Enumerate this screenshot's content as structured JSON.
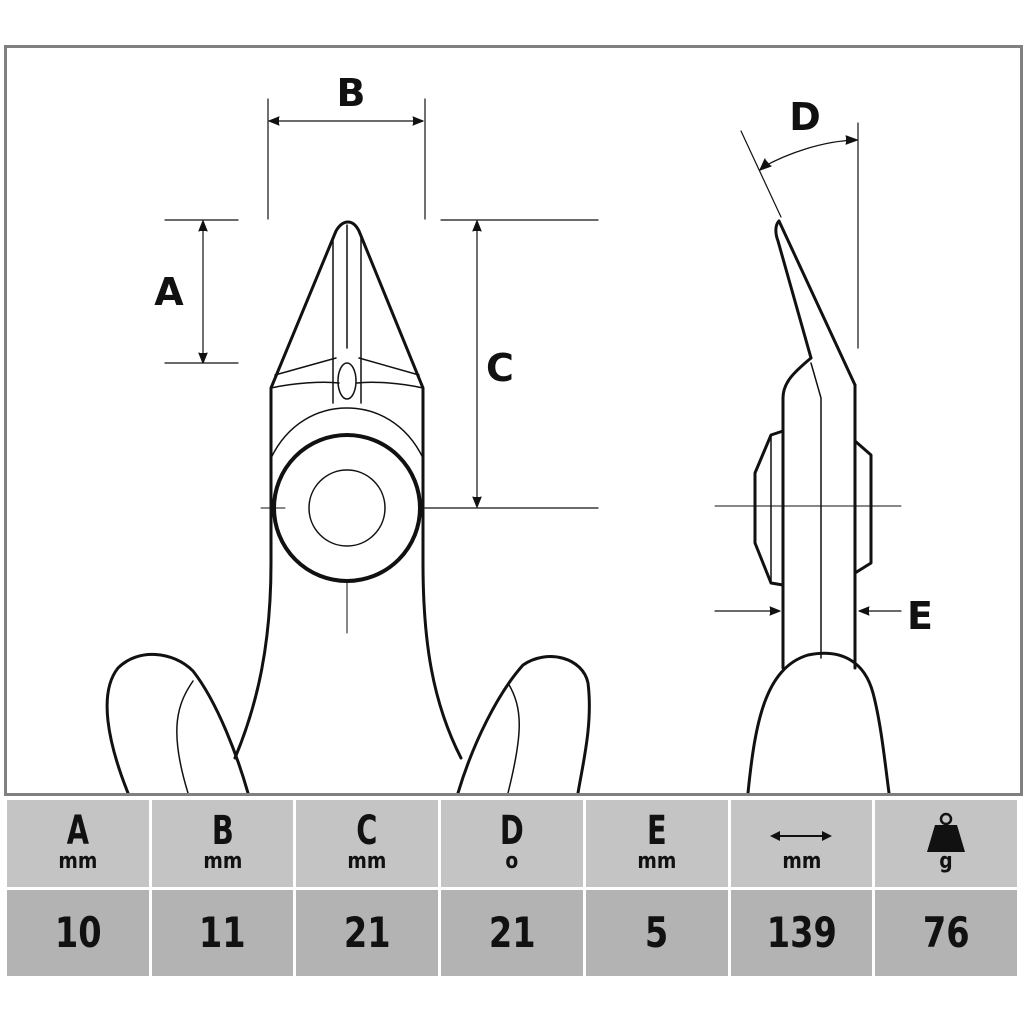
{
  "dimension_labels": {
    "a": "A",
    "b": "B",
    "c": "C",
    "d": "D",
    "e": "E"
  },
  "table": {
    "headers": [
      {
        "letter": "A",
        "unit": "mm",
        "icon": ""
      },
      {
        "letter": "B",
        "unit": "mm",
        "icon": ""
      },
      {
        "letter": "C",
        "unit": "mm",
        "icon": ""
      },
      {
        "letter": "D",
        "unit": "o",
        "icon": ""
      },
      {
        "letter": "E",
        "unit": "mm",
        "icon": ""
      },
      {
        "letter": "",
        "unit": "mm",
        "icon": "double-arrow-length-icon"
      },
      {
        "letter": "",
        "unit": "g",
        "icon": "weight-icon"
      }
    ],
    "values": [
      "10",
      "11",
      "21",
      "21",
      "5",
      "139",
      "76"
    ]
  },
  "colors": {
    "frame": "#808080",
    "header_bg": "#c4c4c4",
    "value_bg": "#b3b3b3",
    "ink": "#111111"
  }
}
